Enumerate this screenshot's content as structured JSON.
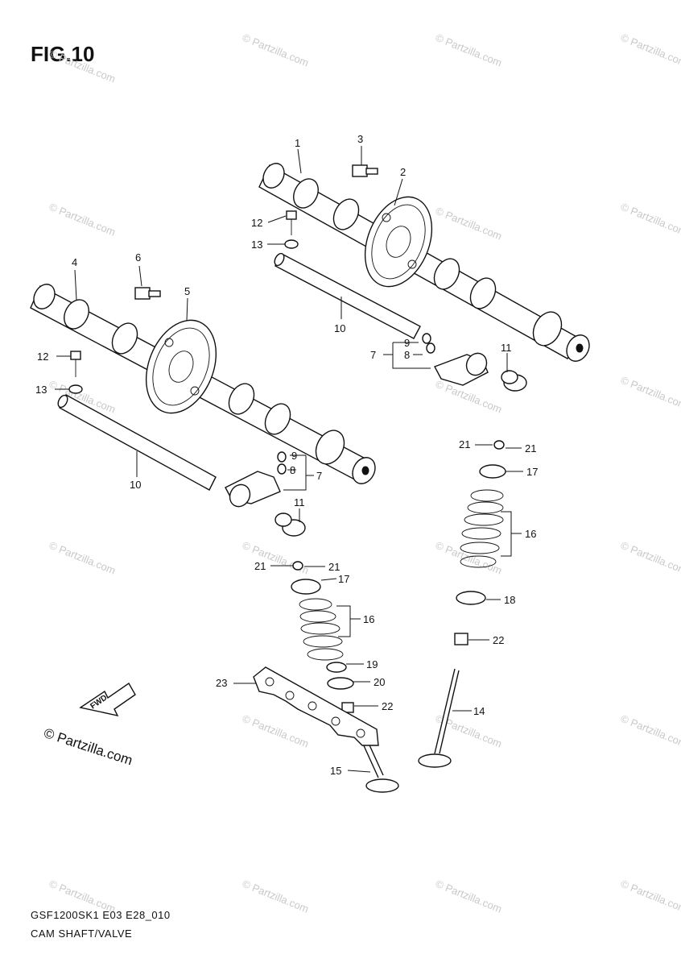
{
  "figure": {
    "title": "FIG.10"
  },
  "footer": {
    "code": "GSF1200SK1 E03 E28_010",
    "caption": "CAM SHAFT/VALVE"
  },
  "copyright": "© Partzilla.com",
  "watermark": "© Partzilla.com",
  "fwd_label": "FWD",
  "callouts": {
    "c1": "1",
    "c2": "2",
    "c3": "3",
    "c4": "4",
    "c5": "5",
    "c6": "6",
    "c7a": "7",
    "c7b": "7",
    "c8a": "8",
    "c8b": "8",
    "c9a": "9",
    "c9b": "9",
    "c10a": "10",
    "c10b": "10",
    "c11a": "11",
    "c11b": "11",
    "c12a": "12",
    "c12b": "12",
    "c13a": "13",
    "c13b": "13",
    "c14": "14",
    "c15": "15",
    "c16a": "16",
    "c16b": "16",
    "c17a": "17",
    "c17b": "17",
    "c18": "18",
    "c19": "19",
    "c20": "20",
    "c21a": "21",
    "c21b": "21",
    "c21c": "21",
    "c21d": "21",
    "c22a": "22",
    "c22b": "22",
    "c23": "23"
  }
}
